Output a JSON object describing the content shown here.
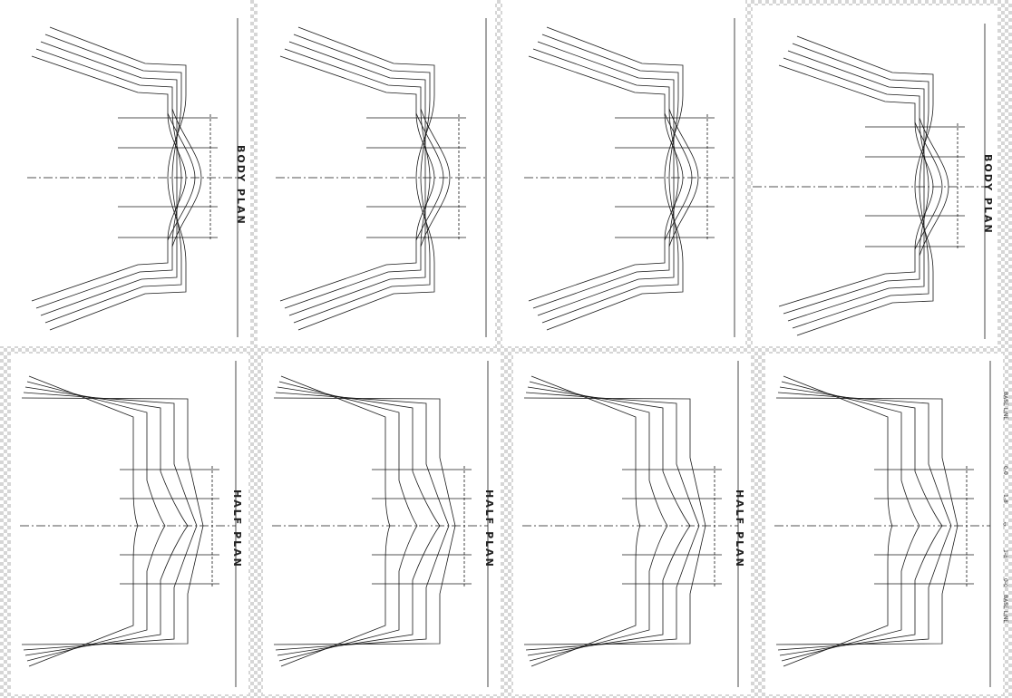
{
  "sheets": {
    "top": [
      {
        "label": "BODY PLAN"
      },
      {
        "label": ""
      },
      {
        "label": ""
      },
      {
        "label": "BODY PLAN"
      }
    ],
    "bottom": [
      {
        "label": "HALF PLAN"
      },
      {
        "label": "HALF PLAN"
      },
      {
        "label": "HALF PLAN"
      },
      {
        "label": ""
      }
    ]
  },
  "marks": {
    "centerline": "¢",
    "base_line": "BASE LINE",
    "stations": [
      "0-0",
      "1-8",
      "1-8",
      "0-0"
    ]
  },
  "colors": {
    "ink": "#1a1a1a",
    "paper": "#ffffff",
    "checker": "#d6d6d6"
  }
}
